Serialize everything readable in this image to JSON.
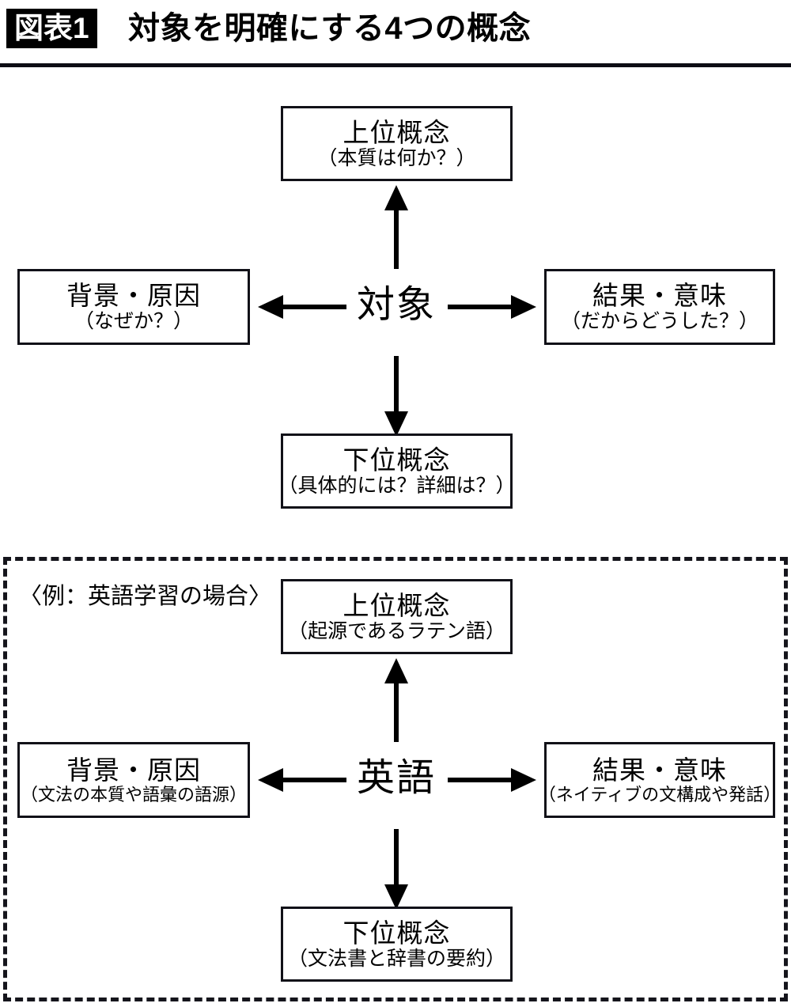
{
  "header": {
    "badge": "図表1",
    "title": "対象を明確にする4つの概念",
    "badge_bg": "#000000",
    "badge_fg": "#ffffff",
    "rule_color": "#0d0d14"
  },
  "diagram_main": {
    "center": "対象",
    "top": {
      "title": "上位概念",
      "sub": "（本質は何か？）"
    },
    "left": {
      "title": "背景・原因",
      "sub": "（なぜか？）"
    },
    "right": {
      "title": "結果・意味",
      "sub": "（だからどうした？）"
    },
    "bottom": {
      "title": "下位概念",
      "sub": "（具体的には？詳細は？）"
    }
  },
  "diagram_example": {
    "caption": "〈例：英語学習の場合〉",
    "center": "英語",
    "top": {
      "title": "上位概念",
      "sub": "（起源であるラテン語）"
    },
    "left": {
      "title": "背景・原因",
      "sub": "（文法の本質や語彙の語源）"
    },
    "right": {
      "title": "結果・意味",
      "sub": "（ネイティブの文構成や発話）"
    },
    "bottom": {
      "title": "下位概念",
      "sub": "（文法書と辞書の要約）"
    }
  },
  "style": {
    "box_border": "#111118",
    "arrow_color": "#000000",
    "dashed_border": "#15151c"
  }
}
